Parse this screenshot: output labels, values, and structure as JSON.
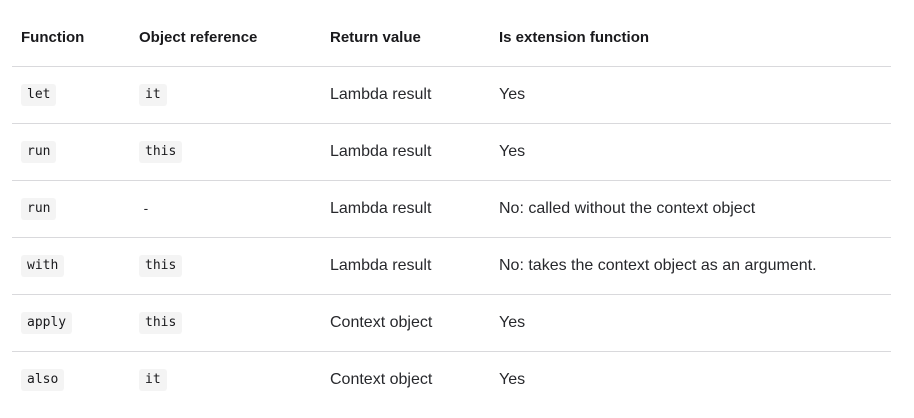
{
  "table": {
    "headers": [
      "Function",
      "Object reference",
      "Return value",
      "Is extension function"
    ],
    "rows": [
      {
        "function": "let",
        "object_reference": "it",
        "return_value": "Lambda result",
        "is_extension": "Yes"
      },
      {
        "function": "run",
        "object_reference": "this",
        "return_value": "Lambda result",
        "is_extension": "Yes"
      },
      {
        "function": "run",
        "object_reference": "-",
        "return_value": "Lambda result",
        "is_extension": "No: called without the context object"
      },
      {
        "function": "with",
        "object_reference": "this",
        "return_value": "Lambda result",
        "is_extension": "No: takes the context object as an argument."
      },
      {
        "function": "apply",
        "object_reference": "this",
        "return_value": "Context object",
        "is_extension": "Yes"
      },
      {
        "function": "also",
        "object_reference": "it",
        "return_value": "Context object",
        "is_extension": "Yes"
      }
    ]
  },
  "colors": {
    "text": "#19191c",
    "code_background": "#f4f4f4",
    "divider": "#d9d9dc"
  }
}
